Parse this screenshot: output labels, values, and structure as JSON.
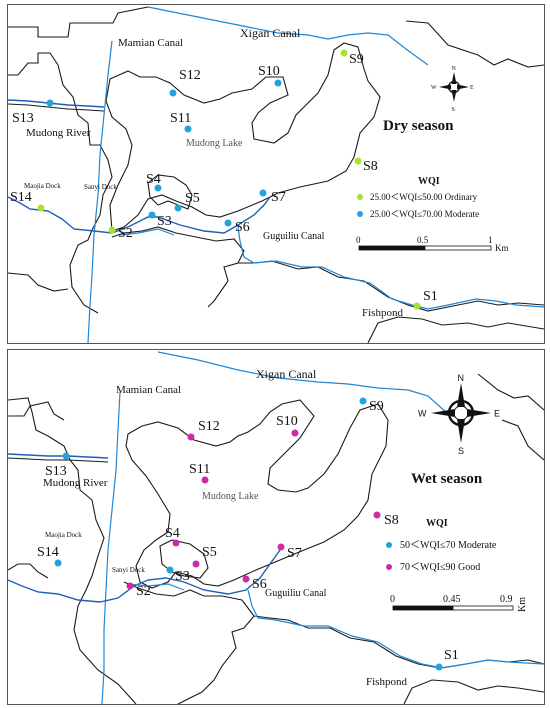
{
  "colors": {
    "boundary": "#1a1a1a",
    "river": "#1f5fb8",
    "canal": "#1f86d6",
    "ordinary": "#a6e22e",
    "moderate": "#21a4dc",
    "good": "#cc2ba8"
  },
  "panels": [
    {
      "id": "dry",
      "season": "Dry season",
      "place_labels": {
        "xigan": "Xigan Canal",
        "mamian": "Mamian Canal",
        "mudong_river": "Mudong River",
        "mudong_lake": "Mudong Lake",
        "guguiliu": "Guguiliu Canal",
        "fishpond": "Fishpond",
        "maojia": "Maojia Dock",
        "sanyi": "Sanyi Dock"
      },
      "legend": {
        "title": "WQI",
        "items": [
          {
            "label": "25.00＜WQI≤50.00  Ordinary",
            "class": "ordinary"
          },
          {
            "label": "25.00＜WQI≤70.00  Moderate",
            "class": "moderate"
          }
        ]
      },
      "scale": {
        "ticks": [
          "0",
          "0.5",
          "1"
        ],
        "unit": "Km"
      },
      "compass": {
        "n": "N",
        "s": "S",
        "e": "E",
        "w": "W"
      },
      "sites": [
        {
          "id": "S1",
          "class": "ordinary"
        },
        {
          "id": "S2",
          "class": "ordinary"
        },
        {
          "id": "S3",
          "class": "moderate"
        },
        {
          "id": "S4",
          "class": "moderate"
        },
        {
          "id": "S5",
          "class": "moderate"
        },
        {
          "id": "S6",
          "class": "moderate"
        },
        {
          "id": "S7",
          "class": "moderate"
        },
        {
          "id": "S8",
          "class": "ordinary"
        },
        {
          "id": "S9",
          "class": "ordinary"
        },
        {
          "id": "S10",
          "class": "moderate"
        },
        {
          "id": "S11",
          "class": "moderate"
        },
        {
          "id": "S12",
          "class": "moderate"
        },
        {
          "id": "S13",
          "class": "moderate"
        },
        {
          "id": "S14",
          "class": "ordinary"
        }
      ]
    },
    {
      "id": "wet",
      "season": "Wet season",
      "place_labels": {
        "xigan": "Xigan Canal",
        "mamian": "Mamian Canal",
        "mudong_river": "Mudong River",
        "mudong_lake": "Mudong Lake",
        "guguiliu": "Guguiliu Canal",
        "fishpond": "Fishpond",
        "maojia": "Maojia Dock",
        "sanyi": "Sanyi Dock"
      },
      "legend": {
        "title": "WQI",
        "items": [
          {
            "label": "50＜WQI≤70  Moderate",
            "class": "moderate"
          },
          {
            "label": "70＜WQI≤90  Good",
            "class": "good"
          }
        ]
      },
      "scale": {
        "ticks": [
          "0",
          "0.45",
          "0.9"
        ],
        "unit": "Km"
      },
      "compass": {
        "n": "N",
        "s": "S",
        "e": "E",
        "w": "W"
      },
      "sites": [
        {
          "id": "S1",
          "class": "moderate"
        },
        {
          "id": "S2",
          "class": "good"
        },
        {
          "id": "S3",
          "class": "moderate"
        },
        {
          "id": "S4",
          "class": "good"
        },
        {
          "id": "S5",
          "class": "good"
        },
        {
          "id": "S6",
          "class": "good"
        },
        {
          "id": "S7",
          "class": "good"
        },
        {
          "id": "S8",
          "class": "good"
        },
        {
          "id": "S9",
          "class": "moderate"
        },
        {
          "id": "S10",
          "class": "good"
        },
        {
          "id": "S11",
          "class": "good"
        },
        {
          "id": "S12",
          "class": "good"
        },
        {
          "id": "S13",
          "class": "moderate"
        },
        {
          "id": "S14",
          "class": "moderate"
        }
      ]
    }
  ]
}
